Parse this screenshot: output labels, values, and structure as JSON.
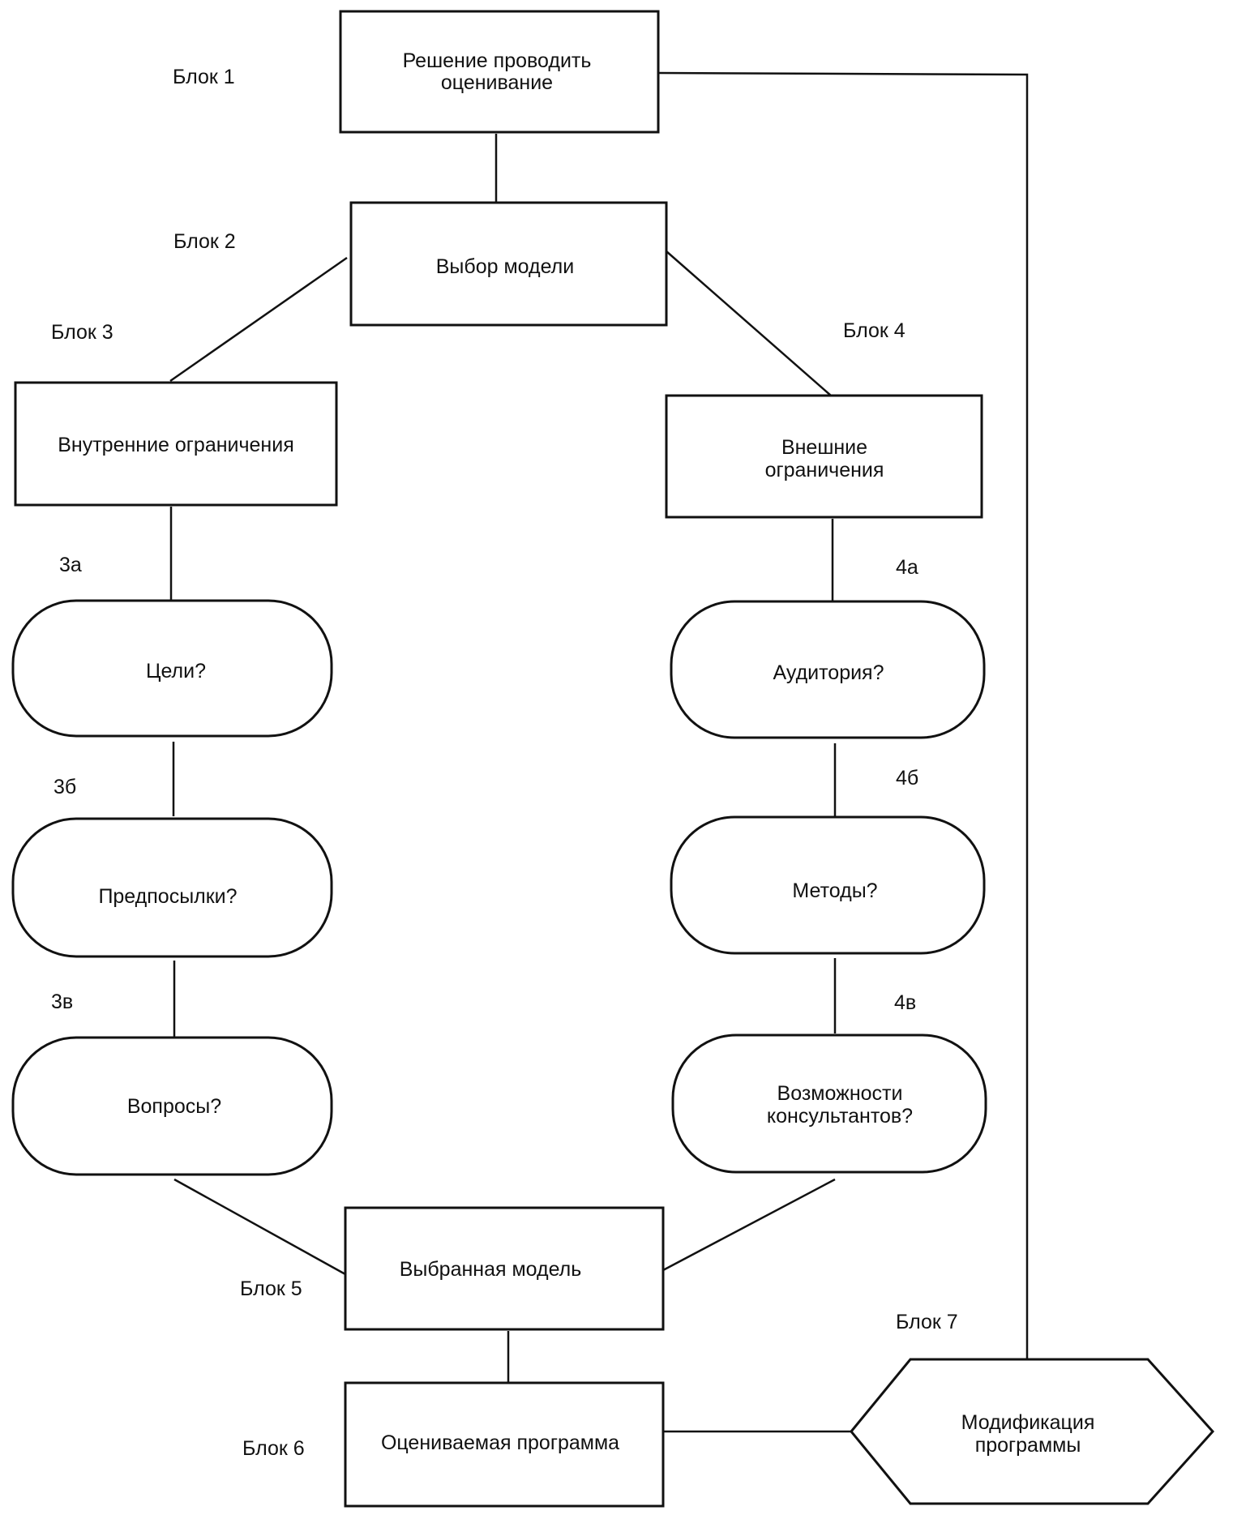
{
  "blocks": [
    {
      "id": "b1",
      "tag": "Блок 1",
      "lines": [
        "Решение проводить",
        "оценивание"
      ]
    },
    {
      "id": "b2",
      "tag": "Блок 2",
      "lines": [
        "Выбор модели"
      ]
    },
    {
      "id": "b3",
      "tag": "Блок 3",
      "lines": [
        "Внутренние ограничения"
      ]
    },
    {
      "id": "b4",
      "tag": "Блок 4",
      "lines": [
        "Внешние",
        "ограничения"
      ]
    },
    {
      "id": "b5",
      "tag": "Блок 5",
      "lines": [
        "Выбранная модель"
      ]
    },
    {
      "id": "b6",
      "tag": "Блок 6",
      "lines": [
        "Оцениваемая программа"
      ]
    },
    {
      "id": "b7",
      "tag": "Блок 7",
      "lines": [
        "Модификация",
        "программы"
      ]
    }
  ],
  "steps": [
    {
      "id": "s3a",
      "tag": "3а",
      "lines": [
        "Цели?"
      ]
    },
    {
      "id": "s3b",
      "tag": "3б",
      "lines": [
        "Предпосылки?"
      ]
    },
    {
      "id": "s3v",
      "tag": "3в",
      "lines": [
        "Вопросы?"
      ]
    },
    {
      "id": "s4a",
      "tag": "4а",
      "lines": [
        "Аудитория?"
      ]
    },
    {
      "id": "s4b",
      "tag": "4б",
      "lines": [
        "Методы?"
      ]
    },
    {
      "id": "s4v",
      "tag": "4в",
      "lines": [
        "Возможности",
        "консультантов?"
      ]
    }
  ]
}
